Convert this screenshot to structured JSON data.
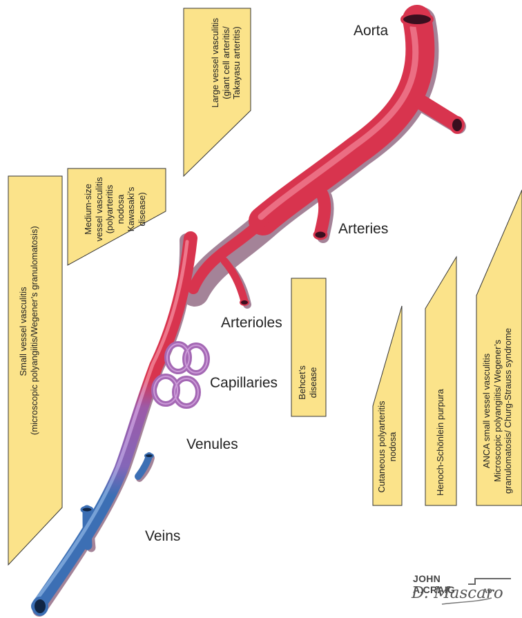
{
  "vessels": {
    "aorta": "Aorta",
    "arteries": "Arteries",
    "arterioles": "Arterioles",
    "capillaries": "Capillaries",
    "venules": "Venules",
    "veins": "Veins"
  },
  "boxes": {
    "large": [
      "Large vessel vasculitis",
      "(giant cell arteritis/",
      "Takayasu arteritis)"
    ],
    "medium": [
      "Medium-size",
      "vessel vasculitis",
      "(polyarteritis",
      "nodosa",
      "Kawasaki’s",
      "disease)"
    ],
    "small": [
      "Small vessel vasculitis",
      "(microscopic polyangiitis/Wegener’s granulomatosis)"
    ],
    "behcet": [
      "Behcet’s",
      "disease"
    ],
    "cutaneous": [
      "Cutaneous polyarteritis",
      "nodosa"
    ],
    "henoch": [
      "Henoch-Schönlein purpura"
    ],
    "anca": [
      "ANCA small vessel vasculitis",
      "Microscopic polyangiitis/ Wegener’s",
      "granulomatosis/ Churg-Strauss syndrome"
    ]
  },
  "signature": {
    "line1": "JOHN A.CRAIG",
    "line1_suffix": "AD",
    "line2": "D. Mascaro"
  },
  "colors": {
    "label_fill": "#fbe38a",
    "artery": "#d8344e",
    "capillary": "#a468b4",
    "vein": "#3c6fb4"
  }
}
